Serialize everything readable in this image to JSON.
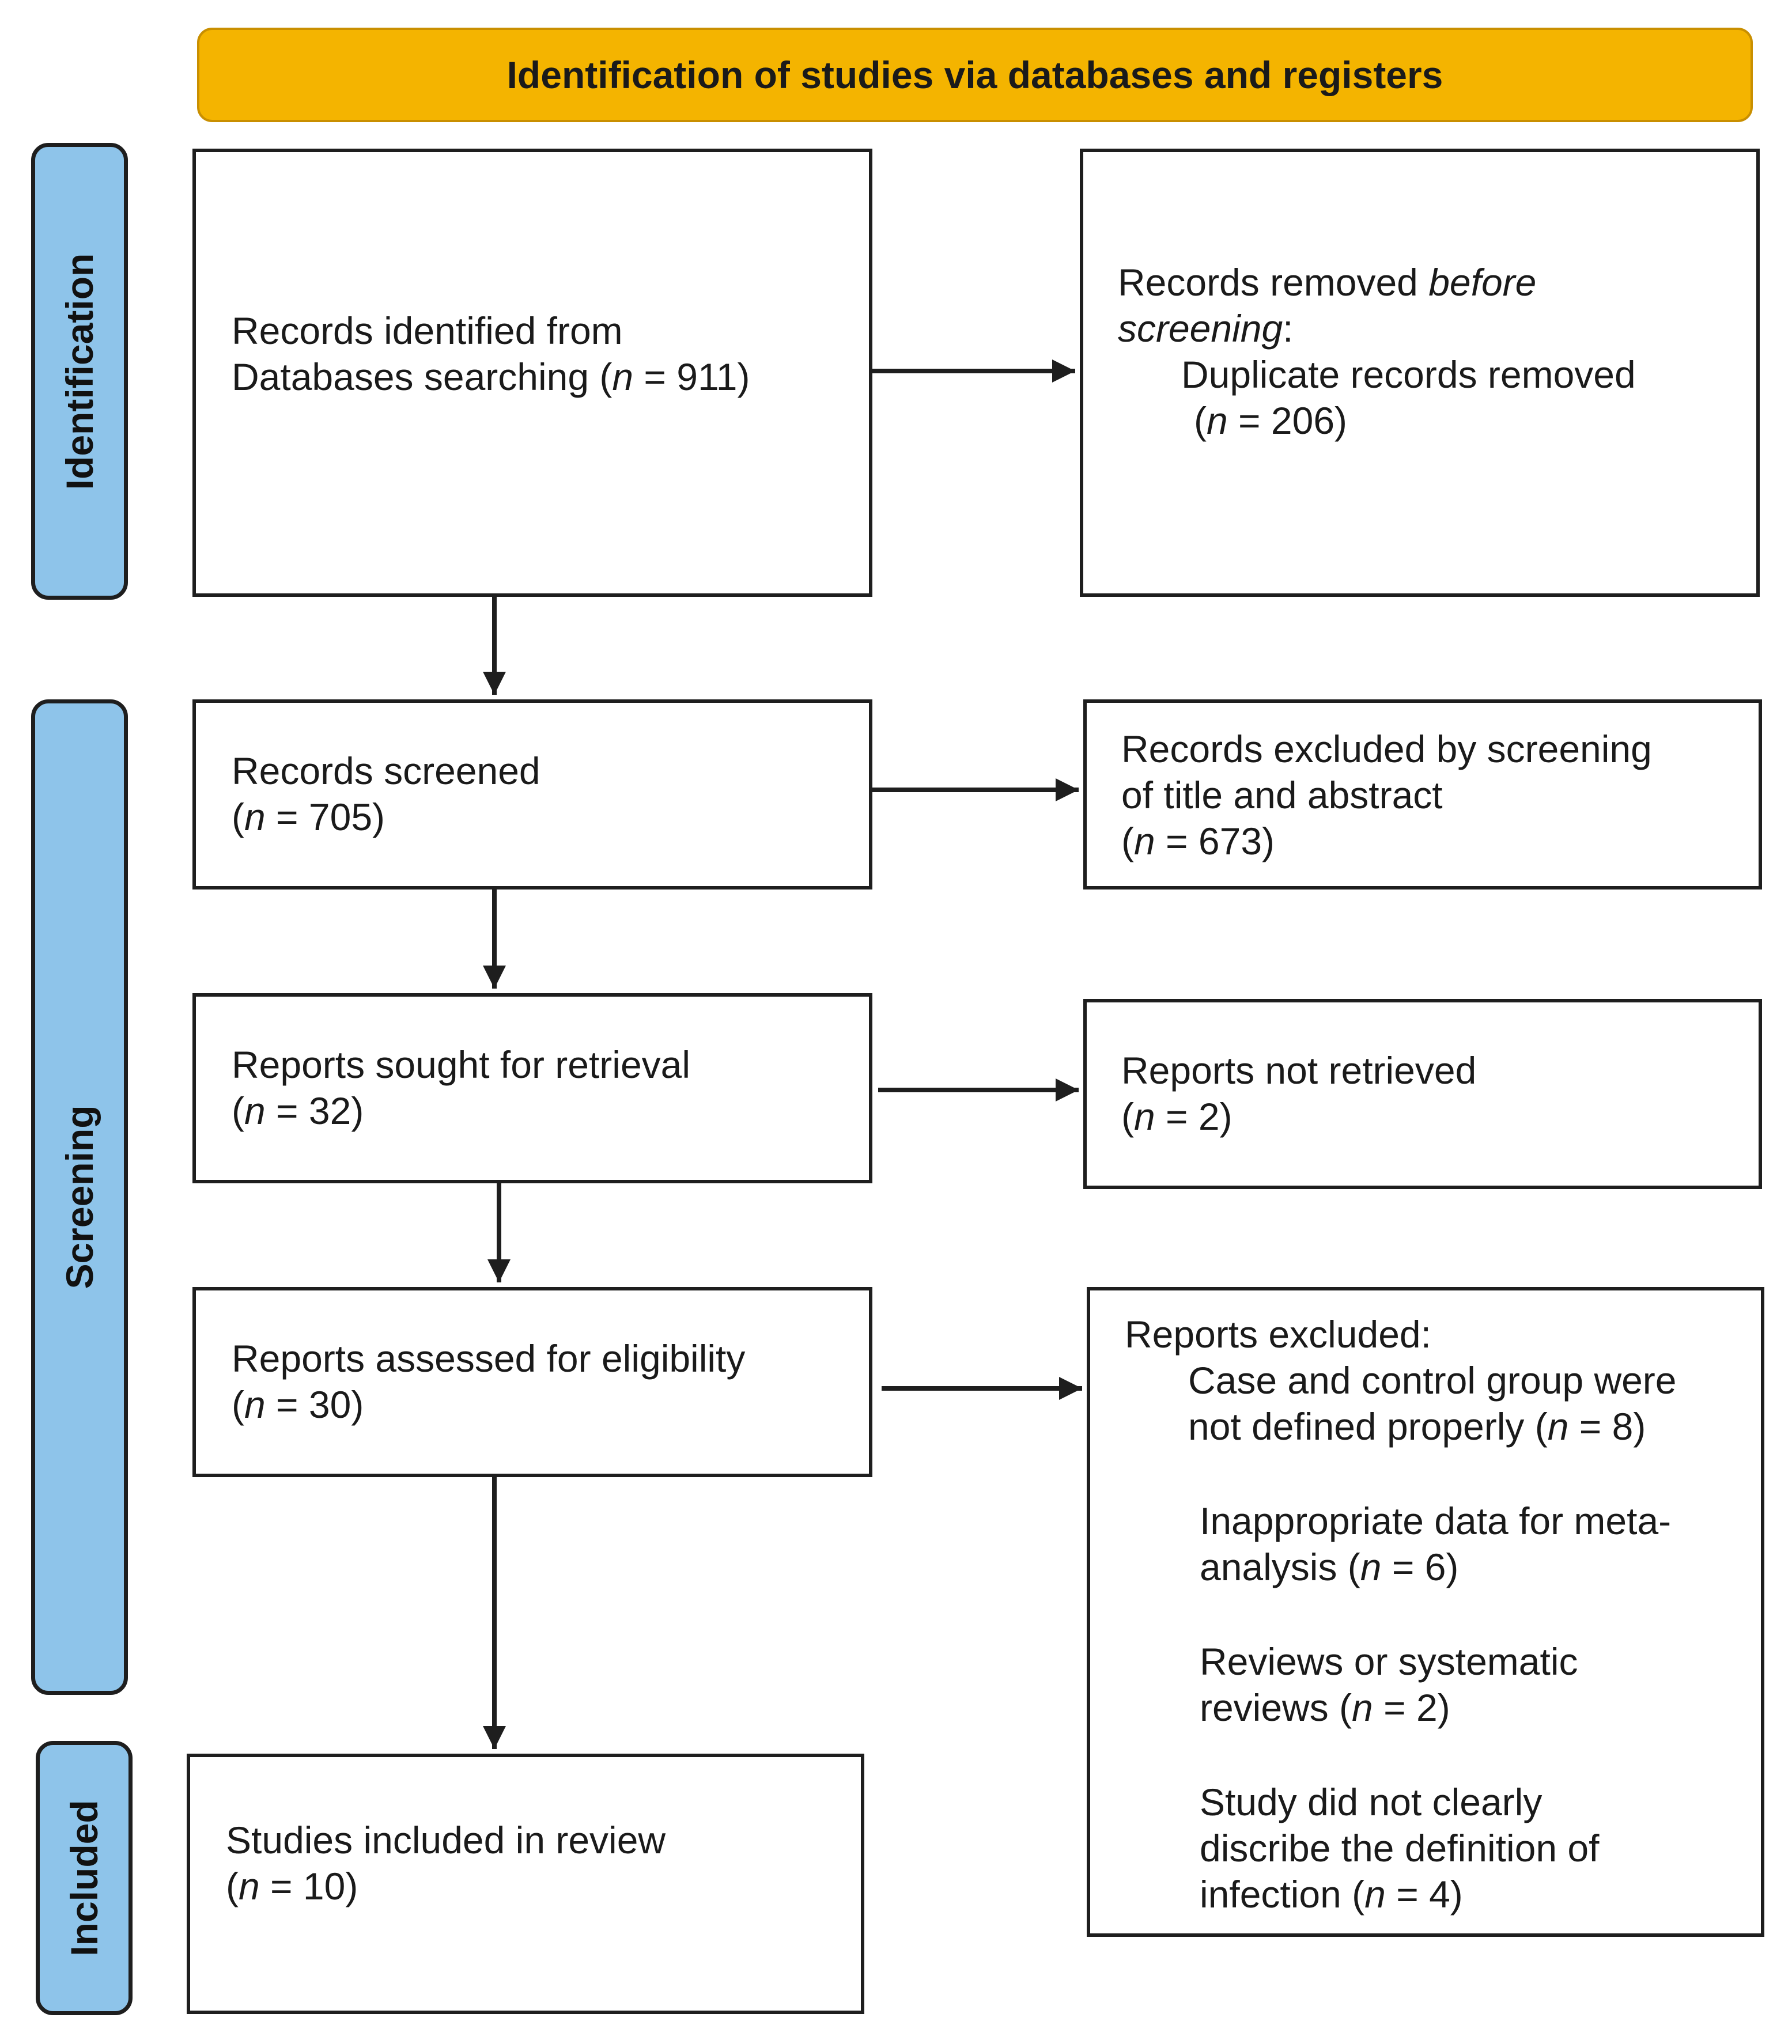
{
  "header": {
    "title": "Identification of studies via databases and registers"
  },
  "phases": {
    "identification": "Identification",
    "screening": "Screening",
    "included": "Included"
  },
  "nodes": {
    "identified": {
      "line1": "Records identified from",
      "line2_prefix": "Databases searching (",
      "n_symbol": "n",
      "line2_suffix": " = 911)"
    },
    "removed": {
      "line1_prefix": "Records removed ",
      "line1_italic": "before",
      "line2_italic": "screening",
      "line2_suffix": ":",
      "line3": "Duplicate records removed",
      "line4_prefix": "(",
      "n_symbol": "n",
      "line4_suffix": " = 206)"
    },
    "screened": {
      "line1": "Records screened",
      "line2_prefix": "(",
      "n_symbol": "n",
      "line2_suffix": " = 705)"
    },
    "excluded_screening": {
      "line1": "Records excluded by screening",
      "line2": "of title and abstract",
      "line3_prefix": "(",
      "n_symbol": "n",
      "line3_suffix": " = 673)"
    },
    "sought": {
      "line1": "Reports sought for retrieval",
      "line2_prefix": "(",
      "n_symbol": "n",
      "line2_suffix": " = 32)"
    },
    "not_retrieved": {
      "line1": "Reports not retrieved",
      "line2_prefix": "(",
      "n_symbol": "n",
      "line2_suffix": " = 2)"
    },
    "assessed": {
      "line1": "Reports assessed for eligibility",
      "line2_prefix": "(",
      "n_symbol": "n",
      "line2_suffix": " = 30)"
    },
    "reports_excluded": {
      "heading": "Reports excluded:",
      "reason1_line1": "Case and control group were",
      "reason1_line2_prefix": "not defined properly (",
      "reason1_n_symbol": "n",
      "reason1_line2_suffix": " = 8)",
      "reason2_line1": "Inappropriate data for meta-",
      "reason2_line2_prefix": "analysis (",
      "reason2_n_symbol": "n",
      "reason2_line2_suffix": " = 6)",
      "reason3_line1": "Reviews or systematic",
      "reason3_line2_prefix": "reviews (",
      "reason3_n_symbol": "n",
      "reason3_line2_suffix": " = 2)",
      "reason4_line1": "Study did not clearly",
      "reason4_line2": "discribe the definition of",
      "reason4_line3_prefix": "infection (",
      "reason4_n_symbol": "n",
      "reason4_line3_suffix": " = 4)"
    },
    "included": {
      "line1": "Studies included in review",
      "line2_prefix": "(",
      "n_symbol": "n",
      "line2_suffix": " = 10)"
    }
  },
  "colors": {
    "banner_fill": "#f4b400",
    "phase_fill": "#8ec4ea",
    "stroke": "#1e1e1e"
  }
}
